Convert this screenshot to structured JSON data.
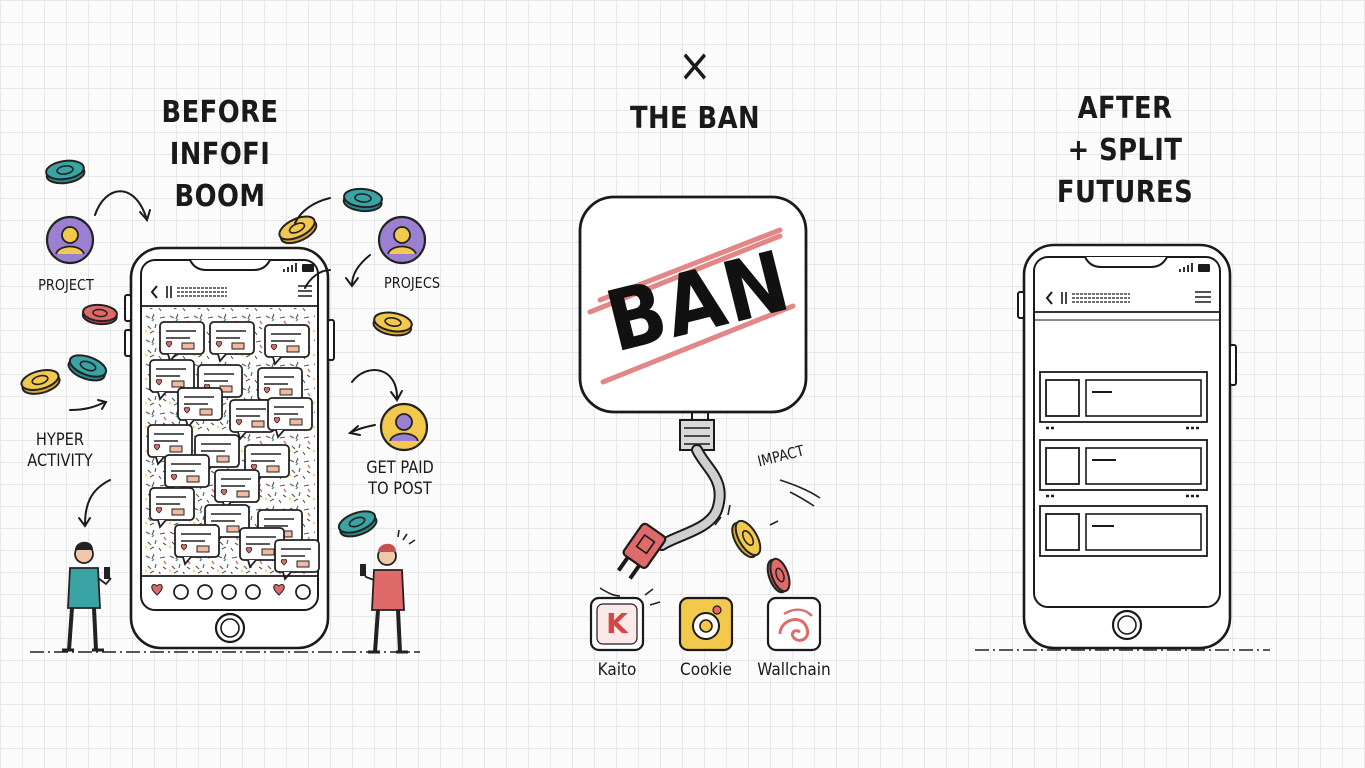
{
  "panels": {
    "before": {
      "title_line1": "BEFORE",
      "title_line2": "INFOFI BOOM",
      "labels": {
        "project": "PROJECT",
        "projecs": "PROJECS",
        "hyper_line1": "HYPER",
        "hyper_line2": "ACTIVITY",
        "paid_line1": "GET PAID",
        "paid_line2": "TO POST"
      }
    },
    "ban": {
      "top_mark": "×",
      "title": "THE BAN",
      "sign_text": "BAN",
      "impact": "IMPACT",
      "apps": [
        {
          "name": "Kaito",
          "icon": "K",
          "color": "#e06a6a"
        },
        {
          "name": "Cookie",
          "icon": "cookie-icon",
          "color": "#f2c94c"
        },
        {
          "name": "Wallchain",
          "icon": "wallchain-icon",
          "color": "#e06a6a"
        }
      ]
    },
    "after": {
      "title_line1": "AFTER",
      "title_line2": "+ SPLIT FUTURES"
    }
  },
  "colors": {
    "teal": "#3aa3a3",
    "gold": "#f2c94c",
    "red": "#e06a6a",
    "purple": "#9b7fd1"
  }
}
